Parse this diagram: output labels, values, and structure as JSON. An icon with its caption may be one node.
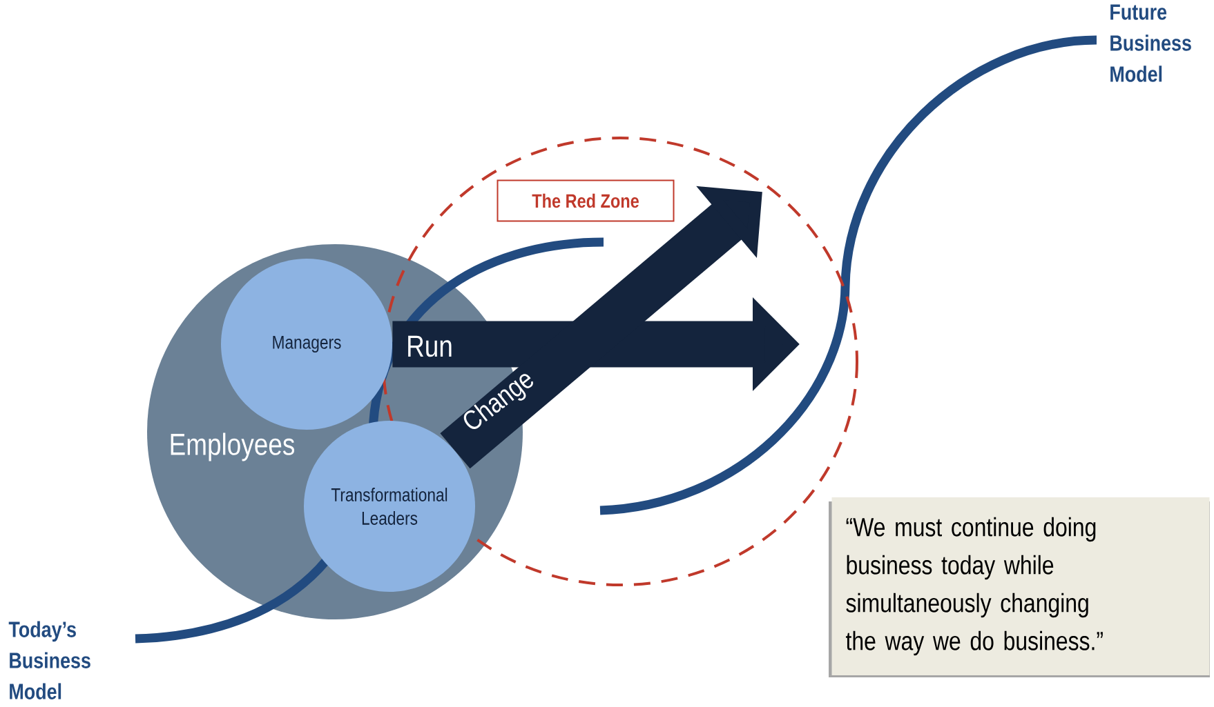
{
  "diagram": {
    "nodes": [
      {
        "text": [
          "Employees"
        ]
      },
      {
        "text": [
          "Managers"
        ],
        "in": 0
      },
      {
        "text": [
          "Transformational Leaders"
        ],
        "in": 0
      },
      {
        "text": [
          "The Red Zone"
        ]
      },
      {
        "text": [
          "“We must continue doing business today while simultaneously changing the way we do business.”"
        ]
      }
    ],
    "edges": [
      {
        "from": 1,
        "to": null,
        "arrow": "to",
        "label": "Run"
      },
      {
        "from": 2,
        "to": null,
        "arrow": "to",
        "label": "Change"
      }
    ],
    "labels": [
      "Future Business Model",
      "Today’s Business Model"
    ]
  }
}
